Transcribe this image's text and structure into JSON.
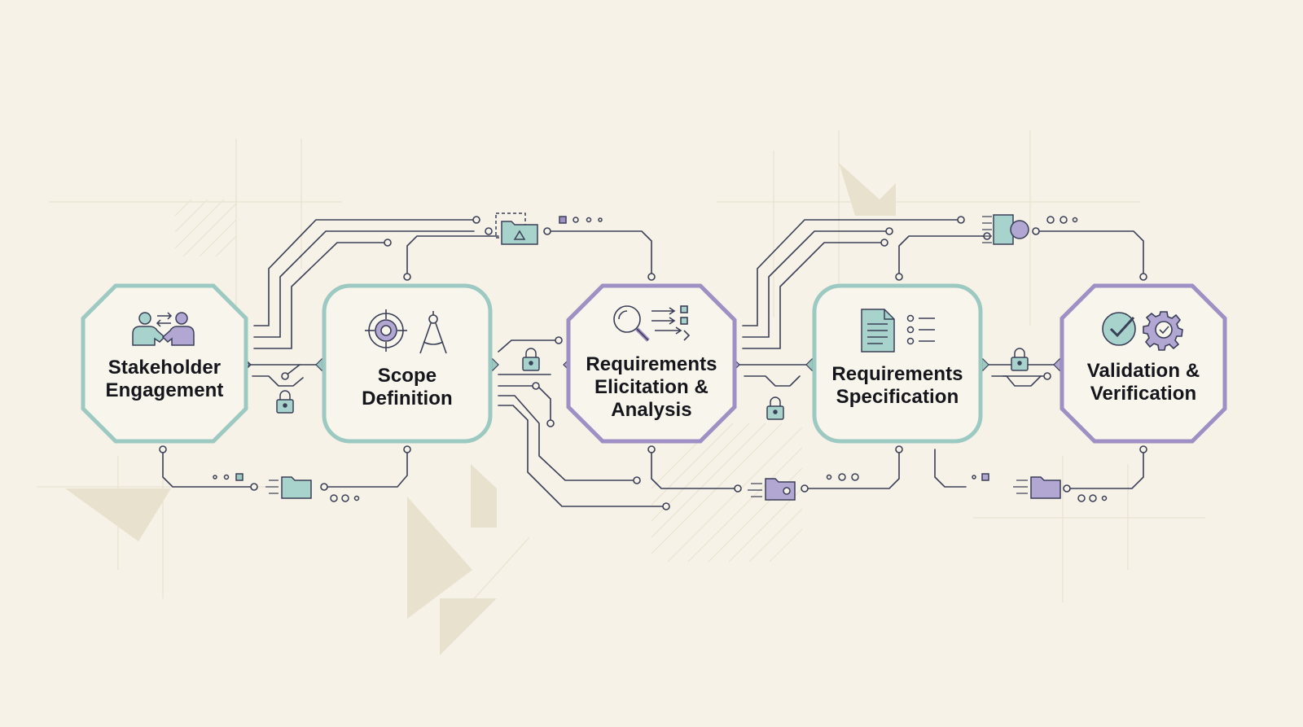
{
  "colors": {
    "background": "#f6f2e7",
    "teal": "#9cc9c1",
    "teal_fill": "#a8d3cc",
    "purple": "#9e8fc4",
    "purple_fill": "#b2a6d3",
    "line": "#3a3f57",
    "text": "#15161c",
    "decor": "#e6dfcc"
  },
  "stages": [
    {
      "id": "stakeholder",
      "shape": "octagon",
      "accent": "teal",
      "icon": "handshake-people-icon",
      "lines": [
        "Stakeholder",
        "Engagement"
      ]
    },
    {
      "id": "scope",
      "shape": "rounded",
      "accent": "teal",
      "icon": "target-compass-icon",
      "lines": [
        "Scope",
        "Definition"
      ]
    },
    {
      "id": "elicitation",
      "shape": "octagon",
      "accent": "purple",
      "icon": "magnifier-flow-icon",
      "lines": [
        "Requirements",
        "Elicitation &",
        "Analysis"
      ]
    },
    {
      "id": "specification",
      "shape": "rounded",
      "accent": "teal",
      "icon": "document-list-icon",
      "lines": [
        "Requirements",
        "Specification"
      ]
    },
    {
      "id": "validation",
      "shape": "octagon",
      "accent": "purple",
      "icon": "check-gear-icon",
      "lines": [
        "Validation &",
        "Verification"
      ]
    }
  ],
  "decor_icons": [
    "folder-icon",
    "lock-icon",
    "server-icon",
    "circuit-line-icon",
    "dots-icon"
  ]
}
